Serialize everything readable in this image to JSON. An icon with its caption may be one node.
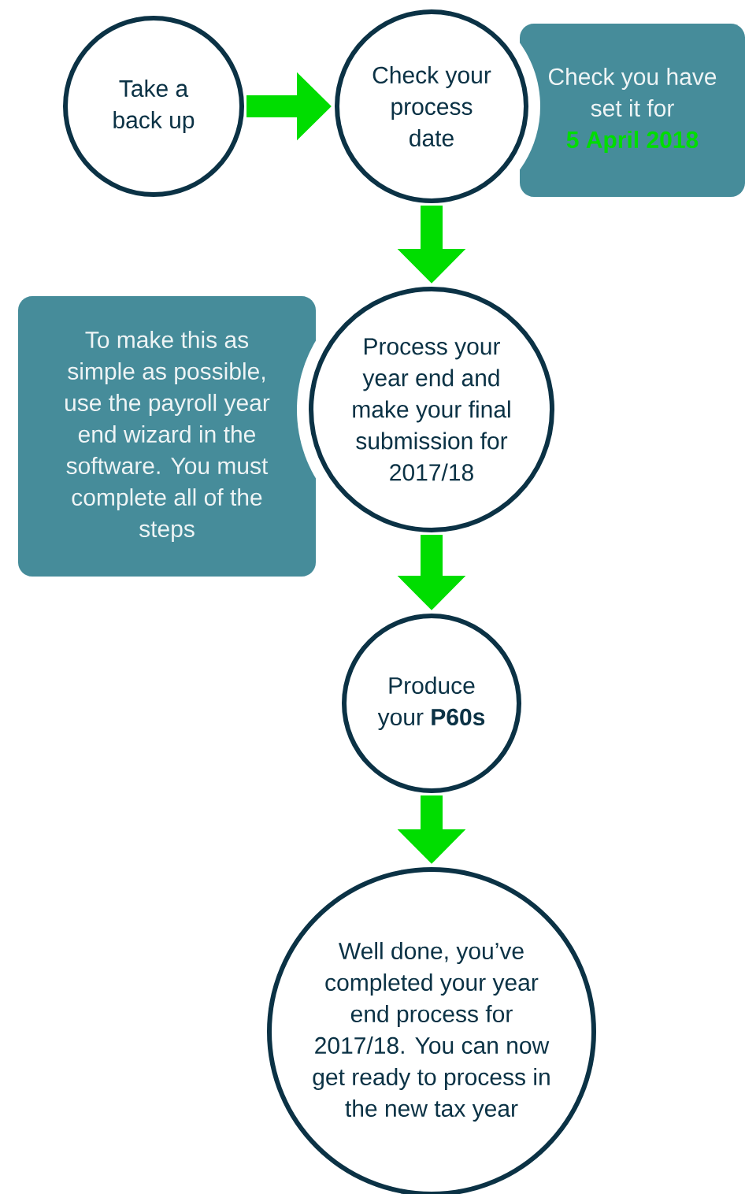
{
  "diagram": {
    "nodes": [
      {
        "text": [
          "Take a back up"
        ]
      },
      {
        "text": [
          "Check your process date"
        ]
      },
      {
        "text": [
          "Check you have set it for",
          "5 April 2018"
        ]
      },
      {
        "text": [
          "To make this as simple as possible, use the payroll year end wizard in the software. You must complete all of the steps"
        ]
      },
      {
        "text": [
          "Process your year end and make your final submission for 2017/18"
        ]
      },
      {
        "text": [
          "Produce your **P60s**"
        ]
      },
      {
        "text": [
          "Well done, you’ve completed your year end process for 2017/18. You can now get ready to process in the new tax year"
        ]
      }
    ],
    "edges": [
      {
        "from": 0,
        "to": 1,
        "arrow": "to"
      },
      {
        "from": 1,
        "to": 4,
        "arrow": "to"
      },
      {
        "from": 4,
        "to": 5,
        "arrow": "to"
      },
      {
        "from": 5,
        "to": 6,
        "arrow": "to"
      }
    ]
  }
}
